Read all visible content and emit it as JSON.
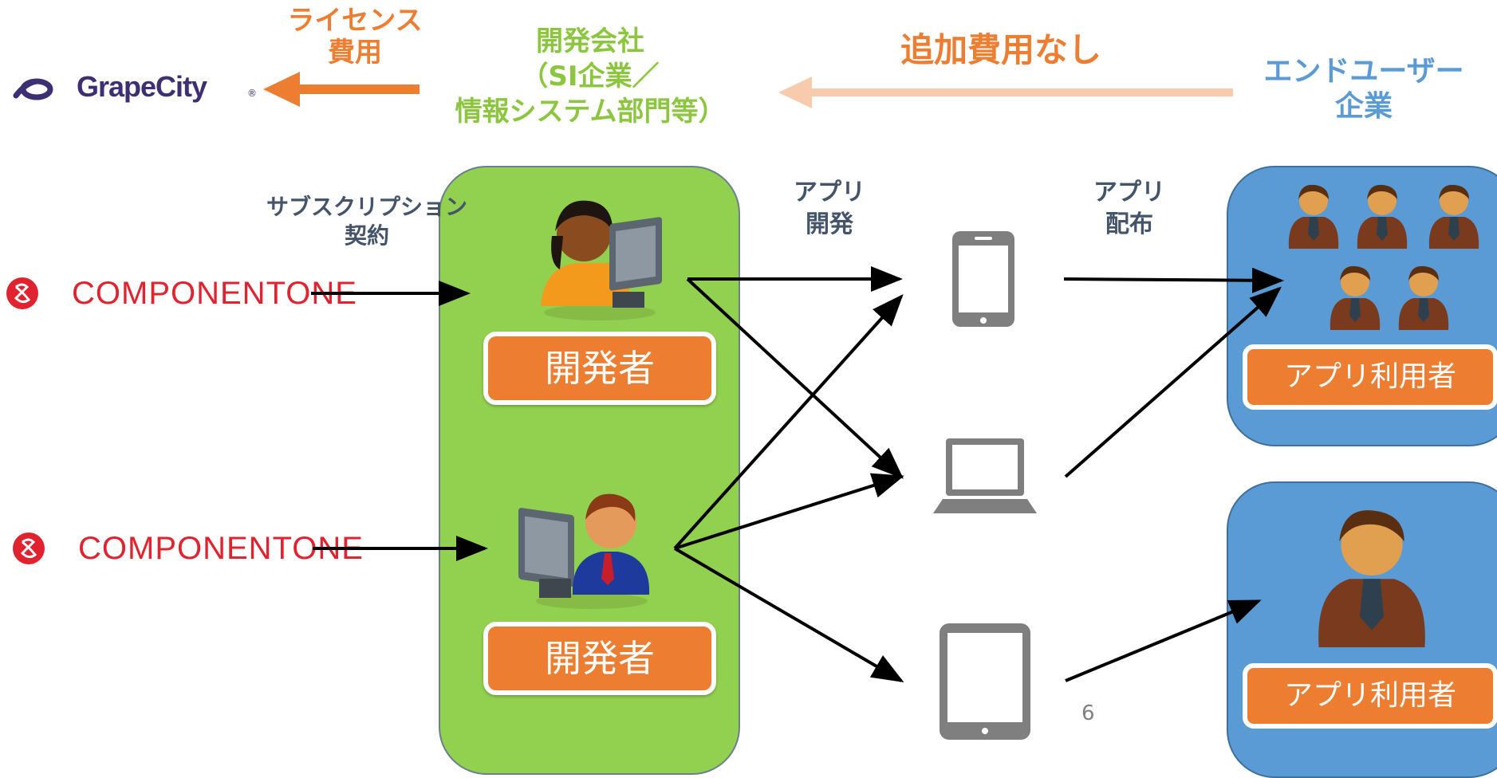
{
  "header": {
    "license_fee": [
      "ライセンス",
      "費用"
    ],
    "dev_company": [
      "開発会社",
      "（SI企業／",
      "情報システム部門等）"
    ],
    "no_additional_fee": "追加費用なし",
    "end_user": [
      "エンドユーザー",
      "企業"
    ]
  },
  "logos": {
    "grapecity": "GrapeCity",
    "grapecity_mark": "®",
    "componentone_1": "COMPONENTONE",
    "componentone_2": "COMPONENTONE"
  },
  "labels": {
    "subscription": [
      "サブスクリプション",
      "契約"
    ],
    "app_dev": [
      "アプリ",
      "開発"
    ],
    "app_dist": [
      "アプリ",
      "配布"
    ]
  },
  "roles": {
    "developer_1": "開発者",
    "developer_2": "開発者",
    "app_user_1": "アプリ利用者",
    "app_user_2": "アプリ利用者"
  },
  "icons": {
    "developer_female": "developer-person-at-monitor-icon",
    "developer_male": "developer-person-at-monitor-icon",
    "smartphone": "smartphone-icon",
    "laptop": "laptop-icon",
    "tablet": "tablet-icon",
    "user": "business-user-icon"
  },
  "colors": {
    "orange": "#ED7D31",
    "light_orange_arrow": "#F8CBAD",
    "green_panel": "#92D050",
    "green_text": "#8CC63F",
    "blue_panel": "#5B9BD5",
    "componentone_red": "#E0232E",
    "grapecity_purple": "#3D2F73"
  },
  "page_number": "6"
}
